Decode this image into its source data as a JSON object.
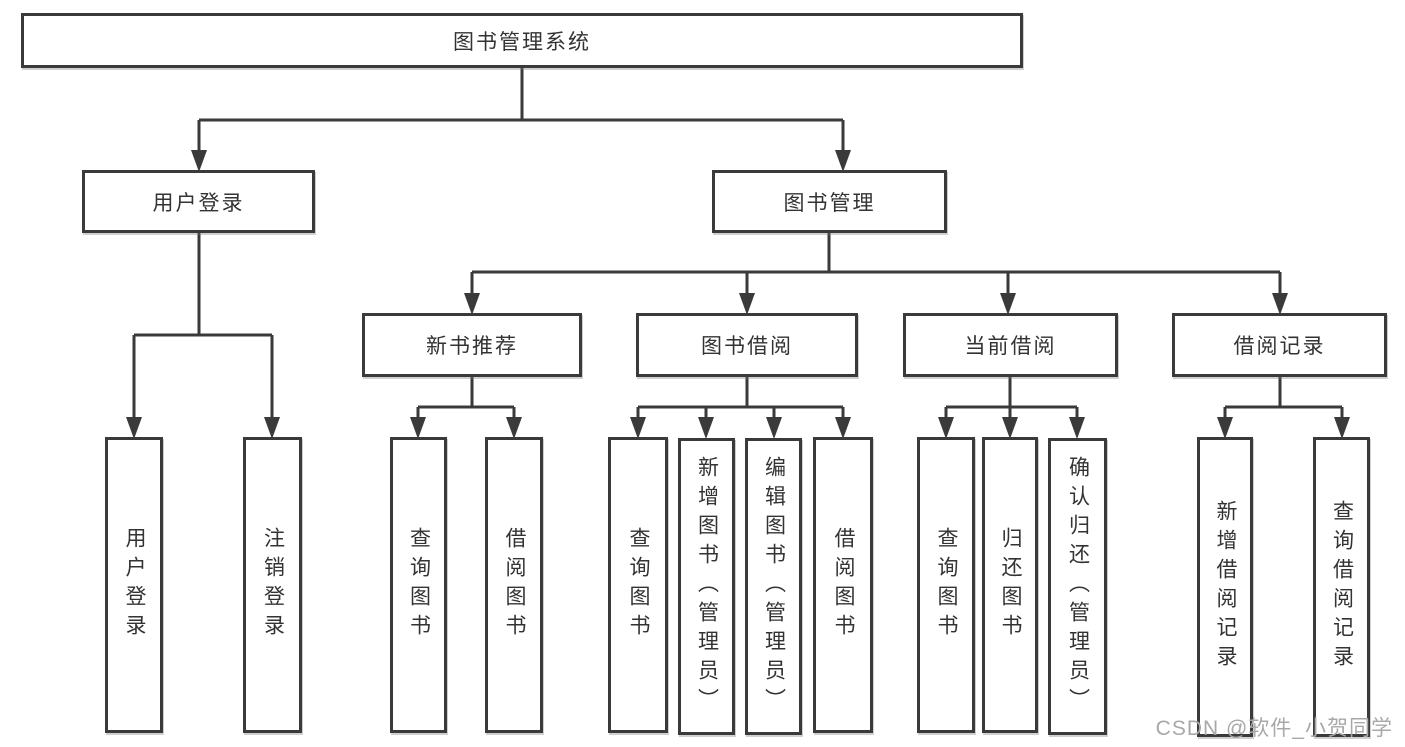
{
  "tree": {
    "root": {
      "label": "图书管理系统"
    },
    "branches": [
      {
        "label": "用户登录",
        "leaves": [
          {
            "label": "用户登录"
          },
          {
            "label": "注销登录"
          }
        ]
      },
      {
        "label": "图书管理",
        "groups": [
          {
            "label": "新书推荐",
            "leaves": [
              {
                "label": "查询图书"
              },
              {
                "label": "借阅图书"
              }
            ]
          },
          {
            "label": "图书借阅",
            "leaves": [
              {
                "label": "查询图书"
              },
              {
                "label": "新增图书（管理员）"
              },
              {
                "label": "编辑图书（管理员）"
              },
              {
                "label": "借阅图书"
              }
            ]
          },
          {
            "label": "当前借阅",
            "leaves": [
              {
                "label": "查询图书"
              },
              {
                "label": "归还图书"
              },
              {
                "label": "确认归还（管理员）"
              }
            ]
          },
          {
            "label": "借阅记录",
            "leaves": [
              {
                "label": "新增借阅记录"
              },
              {
                "label": "查询借阅记录"
              }
            ]
          }
        ]
      }
    ]
  },
  "watermark": "CSDN @软件_小贺同学",
  "colors": {
    "line": "#3a3a3a",
    "text": "#333333",
    "watermark": "#a8a8a8",
    "background": "#ffffff"
  }
}
